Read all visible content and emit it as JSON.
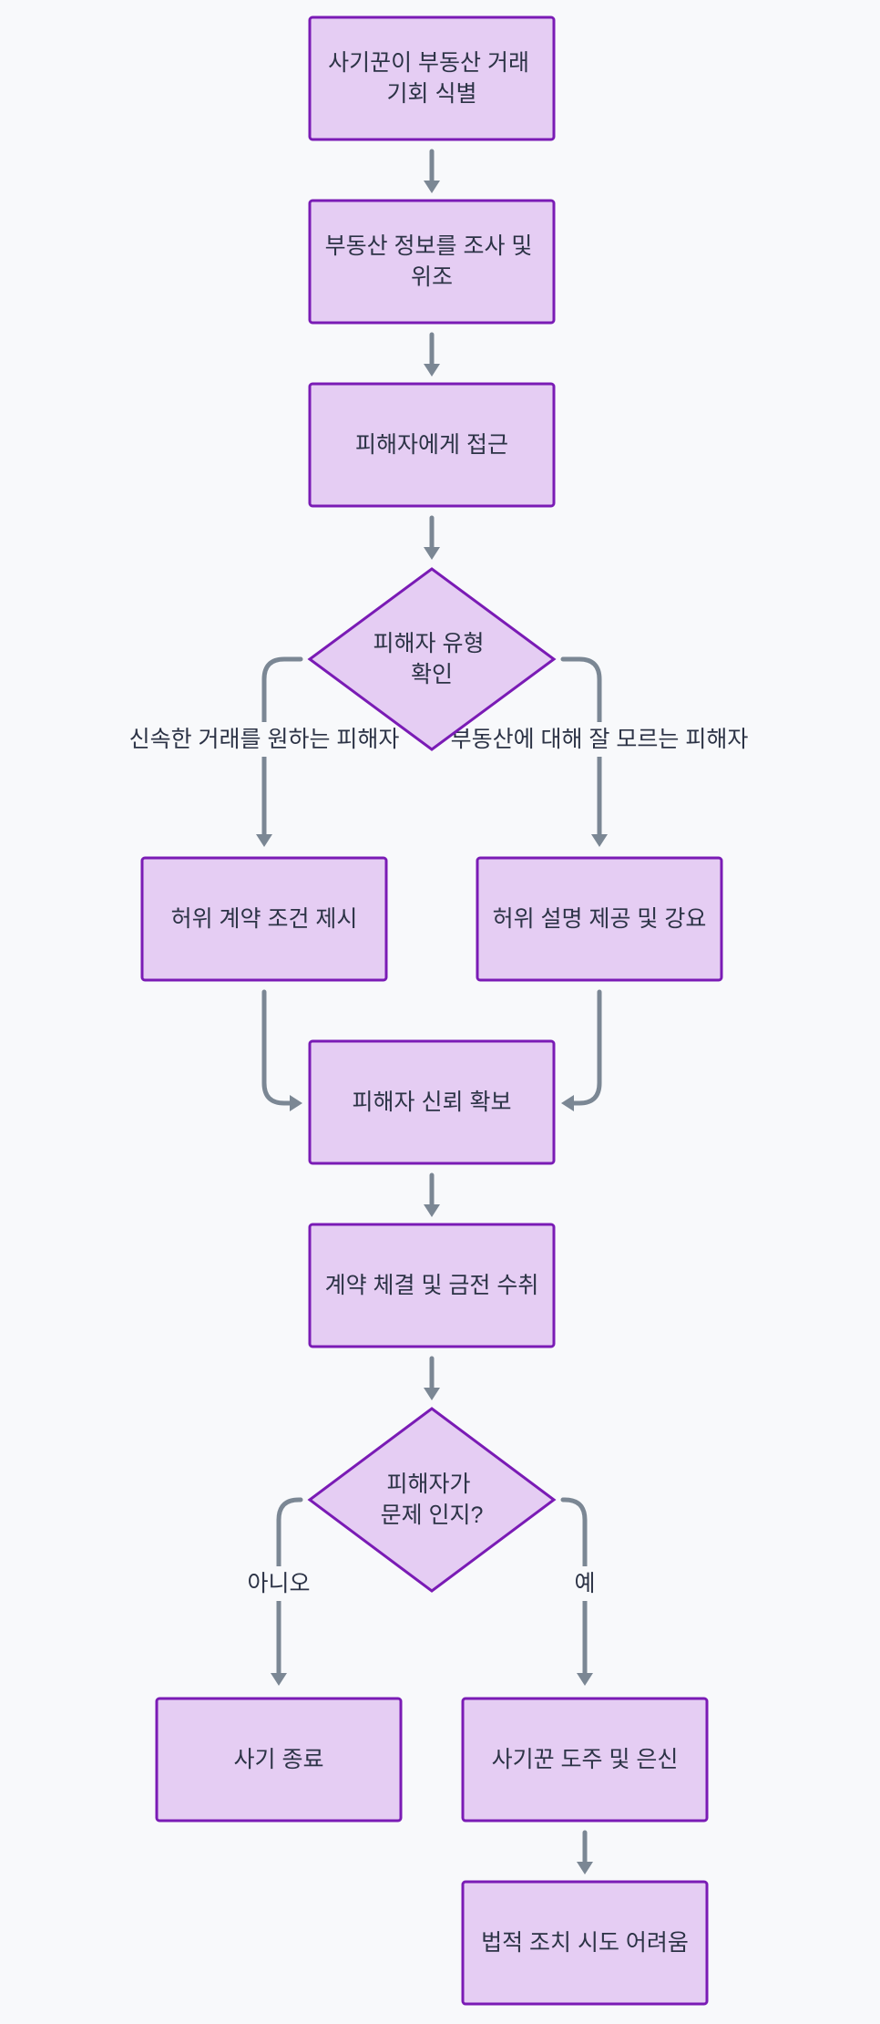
{
  "colors": {
    "background": "#f8f9fb",
    "node_fill": "#e5cdf3",
    "node_border": "#7a1bb5",
    "edge": "#7b8794",
    "text": "#2c3346"
  },
  "nodes": {
    "identify_opportunity": [
      "사기꾼이 부동산 거래",
      "기회 식별"
    ],
    "forge_info": [
      "부동산 정보를 조사 및",
      "위조"
    ],
    "approach_victim": [
      "피해자에게 접근"
    ],
    "check_victim_type": [
      "피해자 유형",
      "확인"
    ],
    "false_contract": [
      "허위 계약 조건 제시"
    ],
    "false_explanation": [
      "허위 설명 제공 및 강요"
    ],
    "gain_trust": [
      "피해자 신뢰 확보"
    ],
    "contract_payment": [
      "계약 체결 및 금전 수취"
    ],
    "victim_aware": [
      "피해자가",
      "문제 인지?"
    ],
    "fraud_ends": [
      "사기 종료"
    ],
    "fraudster_flees": [
      "사기꾼 도주 및 은신"
    ],
    "legal_difficult": [
      "법적 조치 시도 어려움"
    ]
  },
  "edge_labels": {
    "wants_quick_deal": "신속한 거래를 원하는 피해자",
    "unfamiliar_with_property": "부동산에 대해 잘 모르는 피해자",
    "no": "아니오",
    "yes": "예"
  }
}
